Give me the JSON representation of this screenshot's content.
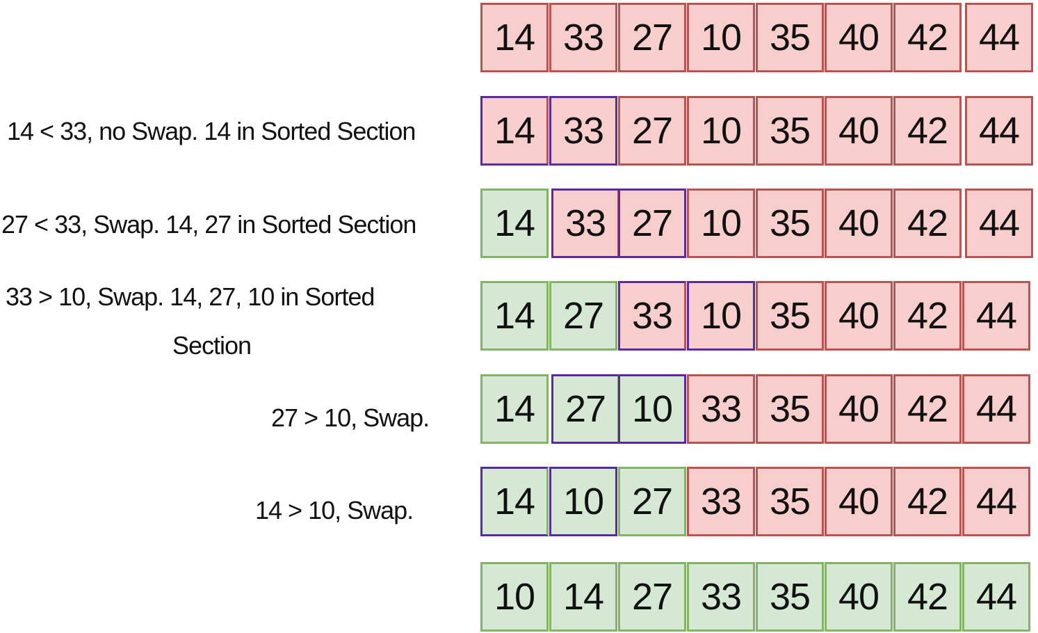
{
  "rows": [
    {
      "label": "",
      "cells": [
        {
          "v": "14",
          "c": "pink"
        },
        {
          "v": "33",
          "c": "pink"
        },
        {
          "v": "27",
          "c": "pink"
        },
        {
          "v": "10",
          "c": "pink"
        },
        {
          "v": "35",
          "c": "pink"
        },
        {
          "v": "40",
          "c": "pink"
        },
        {
          "v": "42",
          "c": "pink"
        },
        {
          "v": "44",
          "c": "pink"
        }
      ]
    },
    {
      "label": "14 < 33, no Swap. 14 in Sorted Section",
      "cells": [
        {
          "v": "14",
          "c": "pink",
          "hl": true
        },
        {
          "v": "33",
          "c": "pink",
          "hl": true
        },
        {
          "v": "27",
          "c": "pink"
        },
        {
          "v": "10",
          "c": "pink"
        },
        {
          "v": "35",
          "c": "pink"
        },
        {
          "v": "40",
          "c": "pink"
        },
        {
          "v": "42",
          "c": "pink"
        },
        {
          "v": "44",
          "c": "pink"
        }
      ]
    },
    {
      "label": "27 < 33, Swap. 14, 27 in Sorted Section",
      "cells": [
        {
          "v": "14",
          "c": "green"
        },
        {
          "v": "33",
          "c": "pink",
          "hl": true
        },
        {
          "v": "27",
          "c": "pink",
          "hl": true
        },
        {
          "v": "10",
          "c": "pink"
        },
        {
          "v": "35",
          "c": "pink"
        },
        {
          "v": "40",
          "c": "pink"
        },
        {
          "v": "42",
          "c": "pink"
        },
        {
          "v": "44",
          "c": "pink"
        }
      ]
    },
    {
      "label": "33 > 10, Swap. 14, 27, 10 in Sorted",
      "label2": "Section",
      "cells": [
        {
          "v": "14",
          "c": "green"
        },
        {
          "v": "27",
          "c": "green"
        },
        {
          "v": "33",
          "c": "pink",
          "hl": true
        },
        {
          "v": "10",
          "c": "pink",
          "hl": true
        },
        {
          "v": "35",
          "c": "pink"
        },
        {
          "v": "40",
          "c": "pink"
        },
        {
          "v": "42",
          "c": "pink"
        },
        {
          "v": "44",
          "c": "pink"
        }
      ]
    },
    {
      "label": "27 > 10, Swap.",
      "cells": [
        {
          "v": "14",
          "c": "green"
        },
        {
          "v": "27",
          "c": "green",
          "hl": true
        },
        {
          "v": "10",
          "c": "green",
          "hl": true
        },
        {
          "v": "33",
          "c": "pink"
        },
        {
          "v": "35",
          "c": "pink"
        },
        {
          "v": "40",
          "c": "pink"
        },
        {
          "v": "42",
          "c": "pink"
        },
        {
          "v": "44",
          "c": "pink"
        }
      ]
    },
    {
      "label": "14 > 10, Swap.",
      "cells": [
        {
          "v": "14",
          "c": "green",
          "hl": true
        },
        {
          "v": "10",
          "c": "green",
          "hl": true
        },
        {
          "v": "27",
          "c": "green"
        },
        {
          "v": "33",
          "c": "pink"
        },
        {
          "v": "35",
          "c": "pink"
        },
        {
          "v": "40",
          "c": "pink"
        },
        {
          "v": "42",
          "c": "pink"
        },
        {
          "v": "44",
          "c": "pink"
        }
      ]
    },
    {
      "label": "",
      "cells": [
        {
          "v": "10",
          "c": "green"
        },
        {
          "v": "14",
          "c": "green"
        },
        {
          "v": "27",
          "c": "green"
        },
        {
          "v": "33",
          "c": "green"
        },
        {
          "v": "35",
          "c": "green"
        },
        {
          "v": "40",
          "c": "green"
        },
        {
          "v": "42",
          "c": "green"
        },
        {
          "v": "44",
          "c": "green"
        }
      ]
    }
  ]
}
